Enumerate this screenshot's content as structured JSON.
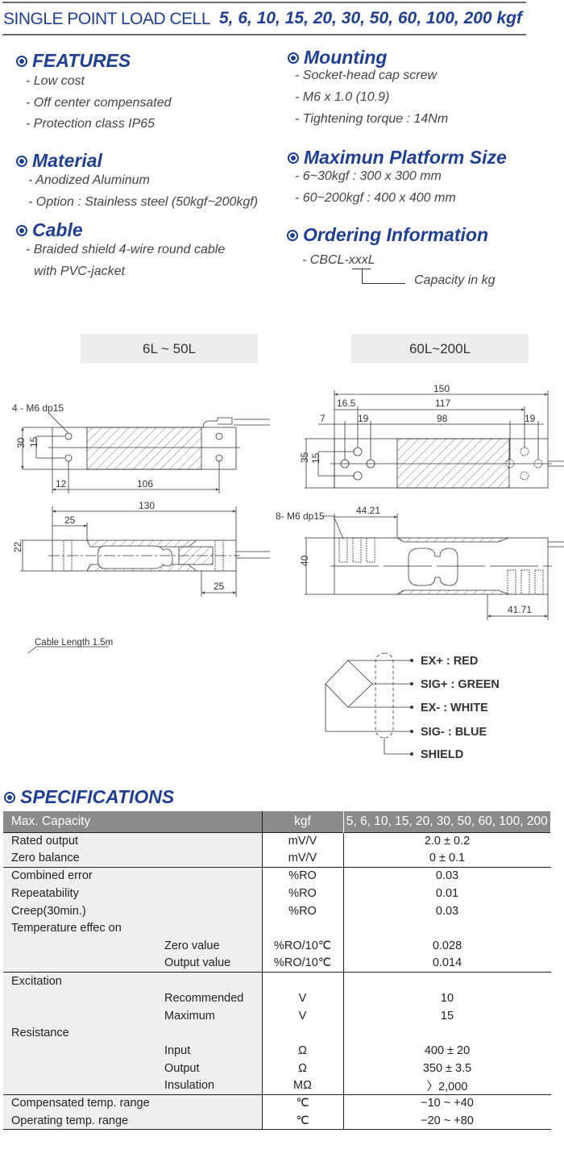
{
  "header": {
    "title": "SINGLE POINT LOAD CELL",
    "capacities": "5, 6, 10, 15, 20, 30, 50, 60, 100, 200 kgf"
  },
  "features": {
    "heading": "FEATURES",
    "items": [
      "- Low cost",
      "- Off center compensated",
      "- Protection class IP65"
    ]
  },
  "material": {
    "heading": "Material",
    "items": [
      "- Anodized Aluminum",
      "- Option : Stainless steel (50kgf~200kgf)"
    ]
  },
  "cable": {
    "heading": "Cable",
    "items": [
      "- Braided shield 4-wire round cable",
      "with PVC-jacket"
    ]
  },
  "mounting": {
    "heading": "Mounting",
    "items": [
      "- Socket-head cap screw",
      "- M6 x 1.0 (10.9)",
      "- Tightening torque : 14Nm"
    ]
  },
  "platform": {
    "heading": "Maximun Platform Size",
    "items": [
      "- 6~30kgf : 300 x 300 mm",
      "- 60~200kgf : 400 x 400 mm"
    ]
  },
  "ordering": {
    "heading": "Ordering Information",
    "code": "- CBCL-xxxL",
    "note": "Capacity in kg"
  },
  "drawings": {
    "small": {
      "caption": "6L ~ 50L",
      "hole_note": "4 - M6 dp15",
      "dims": [
        "30",
        "15",
        "12",
        "106",
        "130",
        "25",
        "22",
        "25"
      ],
      "cable_note": "Cable Length 1.5m"
    },
    "large": {
      "caption": "60L~200L",
      "hole_note": "8- M6 dp15",
      "dims": [
        "150",
        "16.5",
        "117",
        "7",
        "19",
        "98",
        "19",
        "35",
        "15",
        "44.21",
        "40",
        "41.71"
      ]
    }
  },
  "wiring": [
    "EX+ : RED",
    "SIG+ : GREEN",
    "EX- : WHITE",
    "SIG- : BLUE",
    "SHIELD"
  ],
  "specs": {
    "heading": "SPECIFICATIONS",
    "header": [
      "Max. Capacity",
      "kgf",
      "5, 6, 10, 15, 20, 30, 50, 60, 100, 200"
    ],
    "rows": [
      {
        "label": "Rated output",
        "sub": "",
        "unit": "mV/V",
        "value": "2.0 ± 0.2",
        "group_start": true
      },
      {
        "label": "Zero balance",
        "sub": "",
        "unit": "mV/V",
        "value": "0 ± 0.1"
      },
      {
        "label": "Combined error",
        "sub": "",
        "unit": "%RO",
        "value": "0.03",
        "group_start": true
      },
      {
        "label": "Repeatability",
        "sub": "",
        "unit": "%RO",
        "value": "0.01"
      },
      {
        "label": "Creep(30min.)",
        "sub": "",
        "unit": "%RO",
        "value": "0.03"
      },
      {
        "label": "Temperature effec on",
        "sub": "",
        "unit": "",
        "value": ""
      },
      {
        "label": "",
        "sub": "Zero value",
        "unit": "%RO/10℃",
        "value": "0.028"
      },
      {
        "label": "",
        "sub": "Output value",
        "unit": "%RO/10℃",
        "value": "0.014"
      },
      {
        "label": "Excitation",
        "sub": "",
        "unit": "",
        "value": "",
        "group_start": true
      },
      {
        "label": "",
        "sub": "Recommended",
        "unit": "V",
        "value": "10"
      },
      {
        "label": "",
        "sub": "Maximum",
        "unit": "V",
        "value": "15"
      },
      {
        "label": "Resistance",
        "sub": "",
        "unit": "",
        "value": ""
      },
      {
        "label": "",
        "sub": "Input",
        "unit": "Ω",
        "value": "400  ±  20"
      },
      {
        "label": "",
        "sub": "Output",
        "unit": "Ω",
        "value": "350  ±  3.5"
      },
      {
        "label": "",
        "sub": "Insulation",
        "unit": "MΩ",
        "value": "〉2,000"
      },
      {
        "label": "Compensated temp. range",
        "sub": "",
        "unit": "℃",
        "value": "−10 ~ +40",
        "group_start": true
      },
      {
        "label": "Operating temp. range",
        "sub": "",
        "unit": "℃",
        "value": "−20 ~ +80"
      }
    ]
  },
  "colors": {
    "brand": "#1f3f94",
    "rule": "#6e6e6e",
    "table_header": "#8b8b8b"
  }
}
